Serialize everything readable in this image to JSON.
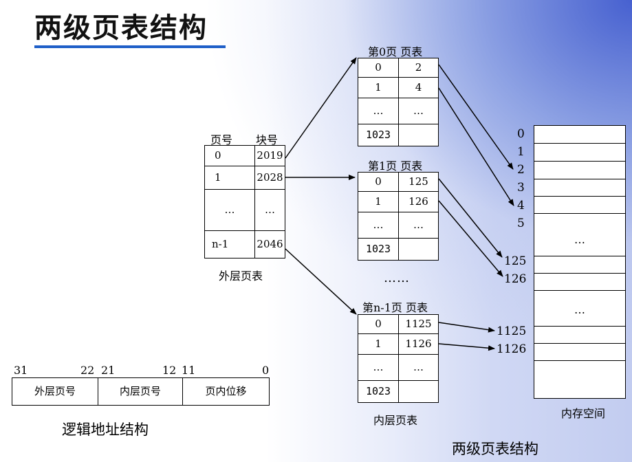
{
  "title": "两级页表结构",
  "outer_table": {
    "headers": [
      "页号",
      "块号"
    ],
    "rows": [
      [
        "0",
        "2019"
      ],
      [
        "1",
        "2028"
      ],
      [
        "…",
        "…"
      ],
      [
        "n-1",
        "2046"
      ]
    ],
    "caption": "外层页表"
  },
  "inner_tables": [
    {
      "header": "第0页  页表",
      "rows": [
        [
          "0",
          "2"
        ],
        [
          "1",
          "4"
        ],
        [
          "…",
          "…"
        ],
        [
          "1023",
          ""
        ]
      ]
    },
    {
      "header": "第1页  页表",
      "rows": [
        [
          "0",
          "125"
        ],
        [
          "1",
          "126"
        ],
        [
          "…",
          "…"
        ],
        [
          "1023",
          ""
        ]
      ]
    },
    {
      "header": "第n-1页  页表",
      "rows": [
        [
          "0",
          "1125"
        ],
        [
          "1",
          "1126"
        ],
        [
          "…",
          "…"
        ],
        [
          "1023",
          ""
        ]
      ]
    }
  ],
  "inner_ellipsis": "……",
  "inner_caption": "内层页表",
  "memory": {
    "labels": [
      "0",
      "1",
      "2",
      "3",
      "4",
      "5",
      "125",
      "126",
      "1125",
      "1126"
    ],
    "ellipsis": [
      "…",
      "…"
    ],
    "caption": "内存空间"
  },
  "logical_address": {
    "bit_labels": [
      "31",
      "22",
      "21",
      "12",
      "11",
      "0"
    ],
    "fields": [
      "外层页号",
      "内层页号",
      "页内位移"
    ],
    "caption": "逻辑地址结构"
  },
  "bottom_caption": "两级页表结构"
}
